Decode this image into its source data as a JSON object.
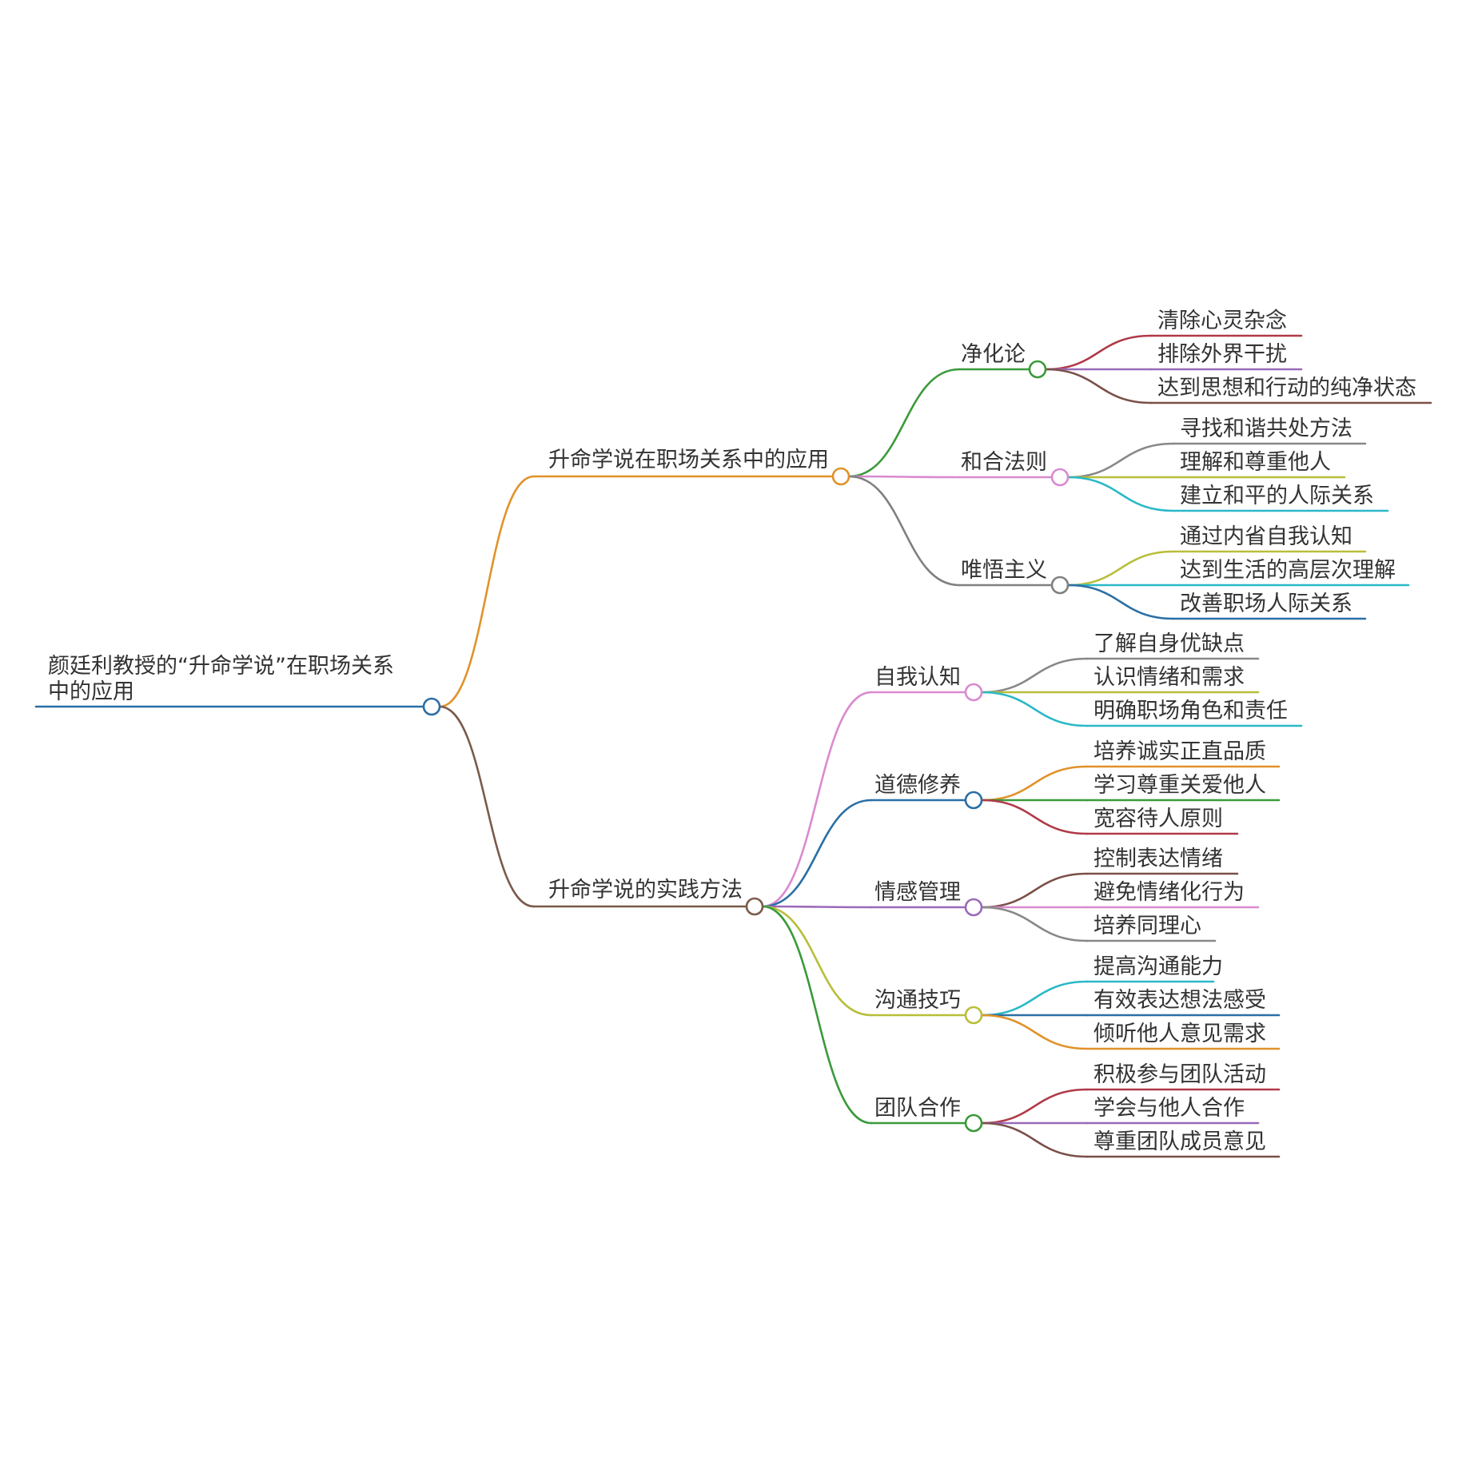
{
  "mindmap": {
    "root": {
      "label_lines": [
        "颜廷利教授的“升命学说”在职场关系",
        "中的应用"
      ],
      "color": "#2a6fa5"
    },
    "branches": [
      {
        "label": "升命学说在职场关系中的应用",
        "color": "#e0922a",
        "children": [
          {
            "label": "净化论",
            "color": "#3a9a3a",
            "children": [
              {
                "label": "清除心灵杂念",
                "color": "#b03a48"
              },
              {
                "label": "排除外界干扰",
                "color": "#9a6ab8"
              },
              {
                "label": "达到思想和行动的纯净状态",
                "color": "#7a5048"
              }
            ]
          },
          {
            "label": "和合法则",
            "color": "#d98ad0",
            "children": [
              {
                "label": "寻找和谐共处方法",
                "color": "#888888"
              },
              {
                "label": "理解和尊重他人",
                "color": "#b8be3a"
              },
              {
                "label": "建立和平的人际关系",
                "color": "#2ab8c8"
              }
            ]
          },
          {
            "label": "唯悟主义",
            "color": "#808080",
            "children": [
              {
                "label": "通过内省自我认知",
                "color": "#b8be3a"
              },
              {
                "label": "达到生活的高层次理解",
                "color": "#2ab8c8"
              },
              {
                "label": "改善职场人际关系",
                "color": "#2a6fa5"
              }
            ]
          }
        ]
      },
      {
        "label": "升命学说的实践方法",
        "color": "#7a5a4a",
        "children": [
          {
            "label": "自我认知",
            "color": "#d98ad0",
            "children": [
              {
                "label": "了解自身优缺点",
                "color": "#888888"
              },
              {
                "label": "认识情绪和需求",
                "color": "#b8be3a"
              },
              {
                "label": "明确职场角色和责任",
                "color": "#2ab8c8"
              }
            ]
          },
          {
            "label": "道德修养",
            "color": "#2a6fa5",
            "children": [
              {
                "label": "培养诚实正直品质",
                "color": "#e0922a"
              },
              {
                "label": "学习尊重关爱他人",
                "color": "#3a9a3a"
              },
              {
                "label": "宽容待人原则",
                "color": "#b03a48"
              }
            ]
          },
          {
            "label": "情感管理",
            "color": "#9a6ab8",
            "children": [
              {
                "label": "控制表达情绪",
                "color": "#7a5048"
              },
              {
                "label": "避免情绪化行为",
                "color": "#d98ad0"
              },
              {
                "label": "培养同理心",
                "color": "#888888"
              }
            ]
          },
          {
            "label": "沟通技巧",
            "color": "#b8be3a",
            "children": [
              {
                "label": "提高沟通能力",
                "color": "#2ab8c8"
              },
              {
                "label": "有效表达想法感受",
                "color": "#2a6fa5"
              },
              {
                "label": "倾听他人意见需求",
                "color": "#e0922a"
              }
            ]
          },
          {
            "label": "团队合作",
            "color": "#3a9a3a",
            "children": [
              {
                "label": "积极参与团队活动",
                "color": "#b03a48"
              },
              {
                "label": "学会与他人合作",
                "color": "#9a6ab8"
              },
              {
                "label": "尊重团队成员意见",
                "color": "#7a5048"
              }
            ]
          }
        ]
      }
    ]
  }
}
